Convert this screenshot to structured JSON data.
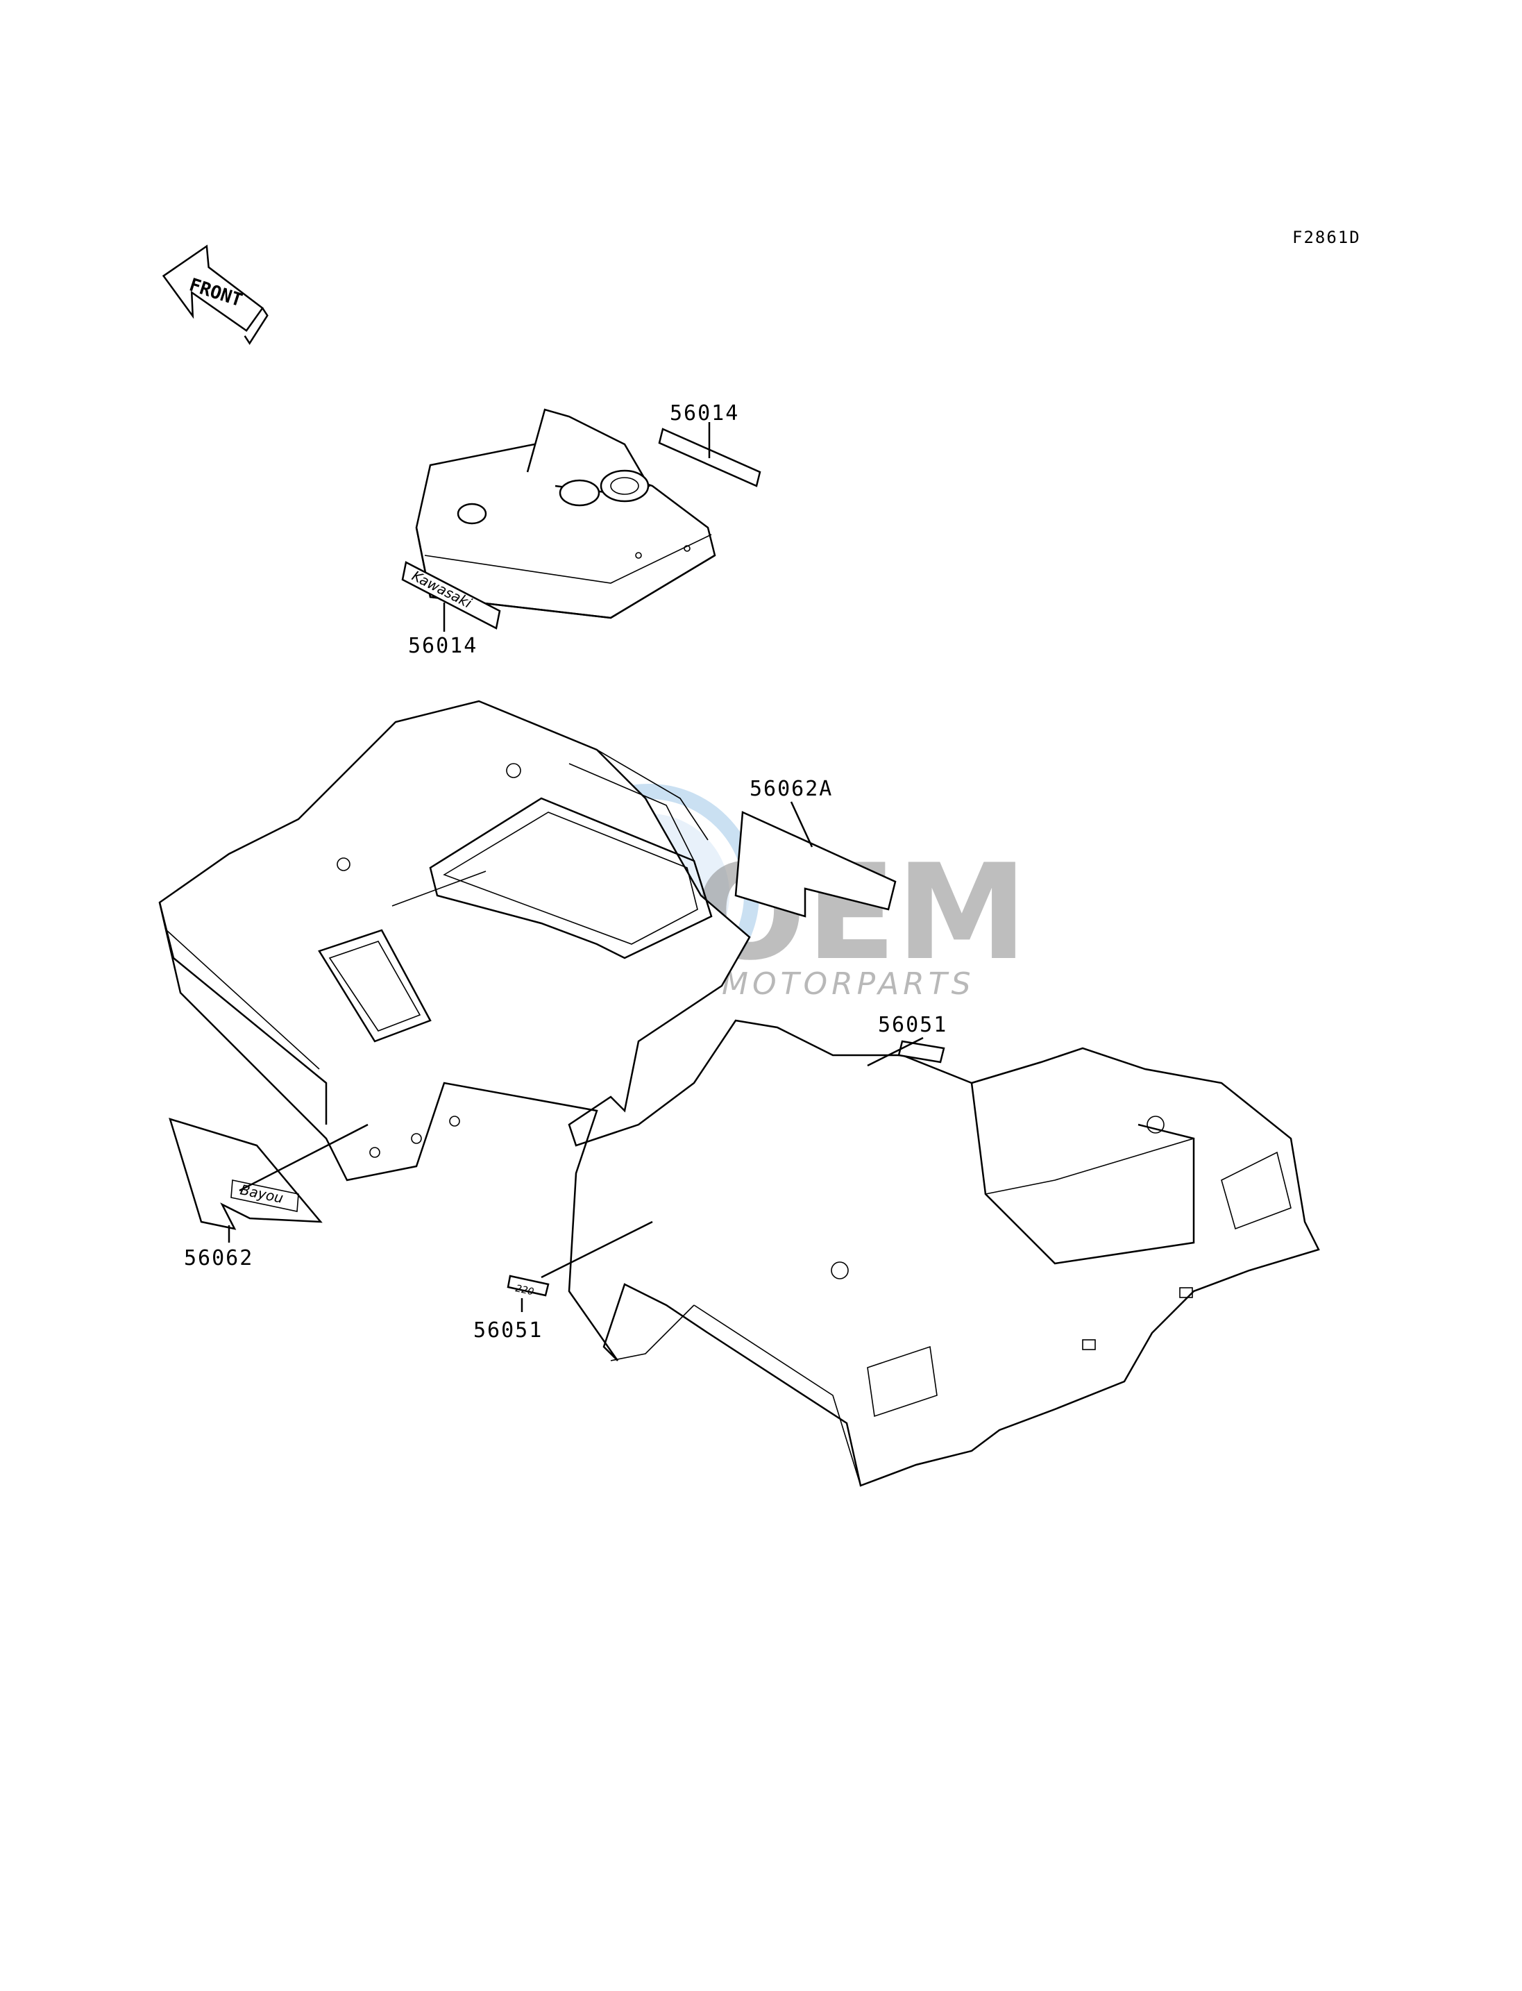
{
  "diagram": {
    "figure_code": "F2861D",
    "front_arrow_label": "FRONT",
    "watermark": {
      "brand": "OEM",
      "tagline": "MOTORPARTS"
    },
    "callouts": [
      {
        "id": "callout-56014-top",
        "text": "56014"
      },
      {
        "id": "callout-56014-bottom",
        "text": "56014"
      },
      {
        "id": "callout-56062A",
        "text": "56062A"
      },
      {
        "id": "callout-56051-right",
        "text": "56051"
      },
      {
        "id": "callout-56062",
        "text": "56062"
      },
      {
        "id": "callout-56051-bottom",
        "text": "56051"
      }
    ],
    "decal_texts": {
      "kawasaki": "Kawasaki",
      "bayou": "Bayou",
      "side_badge": "220"
    }
  }
}
